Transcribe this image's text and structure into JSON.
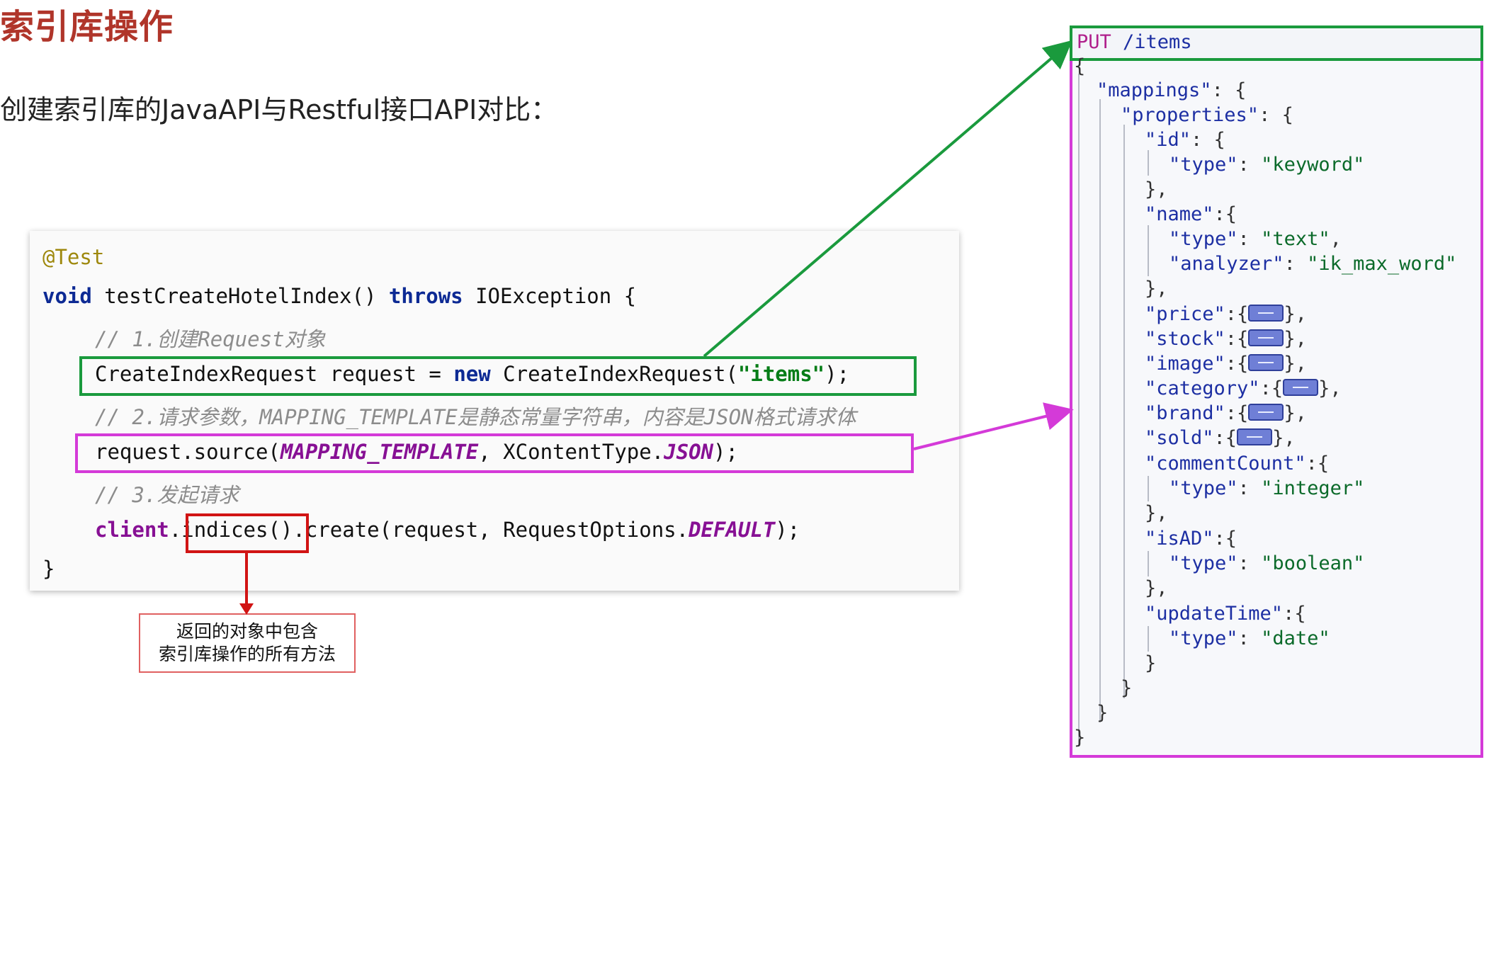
{
  "title": "索引库操作",
  "subtitle": "创建索引库的JavaAPI与Restful接口API对比：",
  "java_code": {
    "annotation": "@Test",
    "l2_void": "void",
    "l2_method": " testCreateHotelIndex() ",
    "l2_throws": "throws",
    "l2_rest": " IOException {",
    "comment1": "// 1.创建Request对象",
    "l4_a": "CreateIndexRequest request = ",
    "l4_new": "new",
    "l4_b": " CreateIndexRequest(",
    "l4_str": "\"items\"",
    "l4_c": ");",
    "comment2": "// 2.请求参数，MAPPING_TEMPLATE是静态常量字符串，内容是JSON格式请求体",
    "l6_a": "request.source(",
    "l6_const": "MAPPING_TEMPLATE",
    "l6_b": ", XContentType.",
    "l6_json": "JSON",
    "l6_c": ");",
    "comment3": "// 3.发起请求",
    "l8_client": "client",
    "l8_dot": ".",
    "l8_indices": "indices()",
    "l8_b": ".create(request, RequestOptions.",
    "l8_default": "DEFAULT",
    "l8_c": ");",
    "closing": "}"
  },
  "note": {
    "line1": "返回的对象中包含",
    "line2": "索引库操作的所有方法"
  },
  "json_request": {
    "method": "PUT",
    "path": " /items",
    "l_open": "{",
    "mappings": "\"mappings\"",
    "properties": "\"properties\"",
    "id": "\"id\"",
    "type_k": "\"type\"",
    "keyword": "\"keyword\"",
    "name": "\"name\"",
    "text": "\"text\"",
    "analyzer": "\"analyzer\"",
    "ik_max_word": "\"ik_max_word\"",
    "price": "\"price\"",
    "stock": "\"stock\"",
    "image": "\"image\"",
    "category": "\"category\"",
    "brand": "\"brand\"",
    "sold": "\"sold\"",
    "commentCount": "\"commentCount\"",
    "integer": "\"integer\"",
    "isAD": "\"isAD\"",
    "boolean": "\"boolean\"",
    "updateTime": "\"updateTime\"",
    "date": "\"date\""
  },
  "colors": {
    "title": "#b0352a",
    "green_box": "#1a9a3d",
    "pink_box": "#d43ad8",
    "red_box": "#d11414"
  }
}
